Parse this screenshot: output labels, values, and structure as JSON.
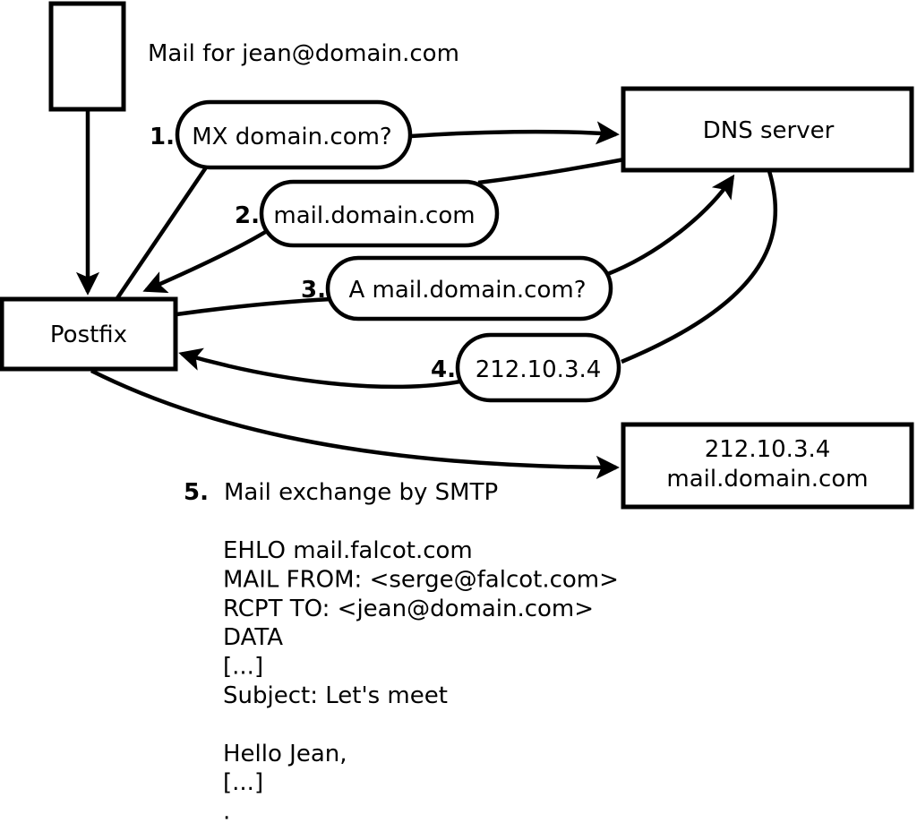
{
  "title": "Mail for jean@domain.com",
  "nodes": {
    "postfix": {
      "label": "Postfix"
    },
    "dns": {
      "label": "DNS server"
    },
    "mailserver": {
      "line1": "212.10.3.4",
      "line2": "mail.domain.com"
    }
  },
  "steps": [
    {
      "num": "1.",
      "label": "MX domain.com?"
    },
    {
      "num": "2.",
      "label": "mail.domain.com"
    },
    {
      "num": "3.",
      "label": "A mail.domain.com?"
    },
    {
      "num": "4.",
      "label": "212.10.3.4"
    },
    {
      "num": "5.",
      "label": "Mail exchange by SMTP"
    }
  ],
  "smtp": {
    "lines": [
      "EHLO mail.falcot.com",
      "MAIL FROM: <serge@falcot.com>",
      "RCPT TO: <jean@domain.com>",
      "DATA",
      "[...]",
      "Subject: Let's meet",
      "",
      "Hello Jean,",
      "[...]",
      "."
    ]
  },
  "colors": {
    "ink": "#000000",
    "background": "#ffffff"
  }
}
